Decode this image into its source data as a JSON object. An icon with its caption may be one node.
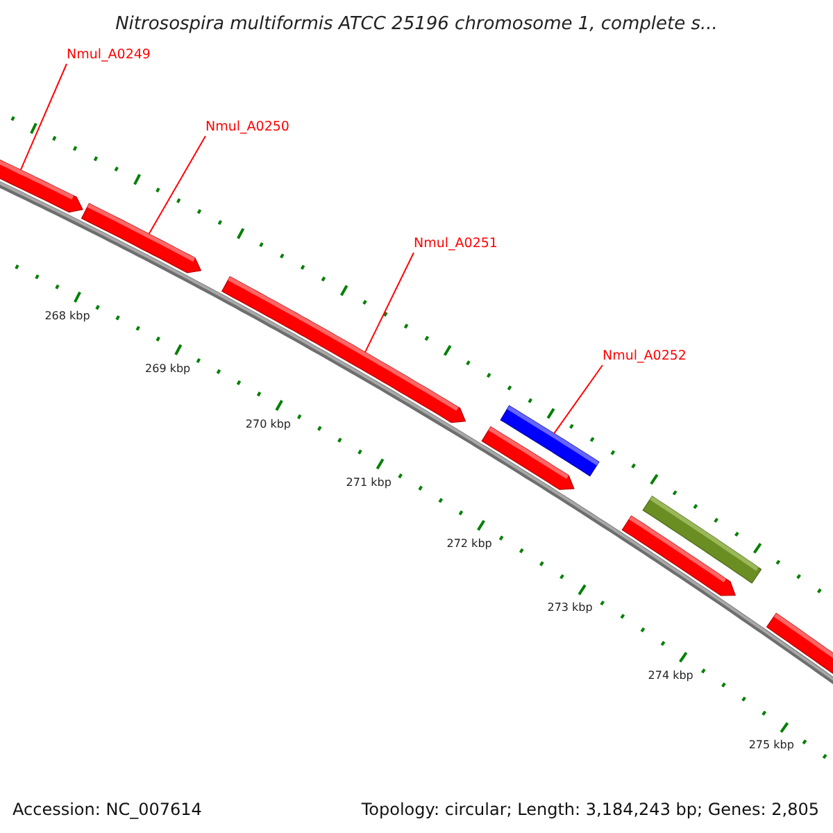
{
  "diagram": {
    "title": "Nitrosospira multiformis ATCC 25196 chromosome 1, complete s...",
    "nodes": [
      {
        "text": [
          "Nmul_A0249"
        ]
      },
      {
        "text": [
          "Nmul_A0250"
        ]
      },
      {
        "text": [
          "Nmul_A0251"
        ]
      },
      {
        "text": [
          "Nmul_A0252"
        ]
      },
      {
        "text": [],
        "shape": "arrow"
      },
      {
        "text": [],
        "shape": "arrow"
      },
      {
        "text": [],
        "shape": "arrow"
      },
      {
        "text": [],
        "shape": "bar"
      },
      {
        "text": [],
        "shape": "arrow"
      },
      {
        "text": [],
        "shape": "bar"
      },
      {
        "text": [],
        "shape": "arrow"
      },
      {
        "text": [],
        "shape": "arrow"
      }
    ],
    "edges": [
      {
        "from": 0,
        "to": 4,
        "arrow": "none"
      },
      {
        "from": 1,
        "to": 5,
        "arrow": "none"
      },
      {
        "from": 2,
        "to": 6,
        "arrow": "none"
      },
      {
        "from": 3,
        "to": 7,
        "arrow": "none"
      }
    ],
    "labels": [
      "268 kbp",
      "269 kbp",
      "270 kbp",
      "271 kbp",
      "272 kbp",
      "273 kbp",
      "274 kbp",
      "275 kbp",
      "Accession: NC_007614",
      "Topology: circular; Length: 3,184,243 bp; Genes: 2,805"
    ]
  }
}
